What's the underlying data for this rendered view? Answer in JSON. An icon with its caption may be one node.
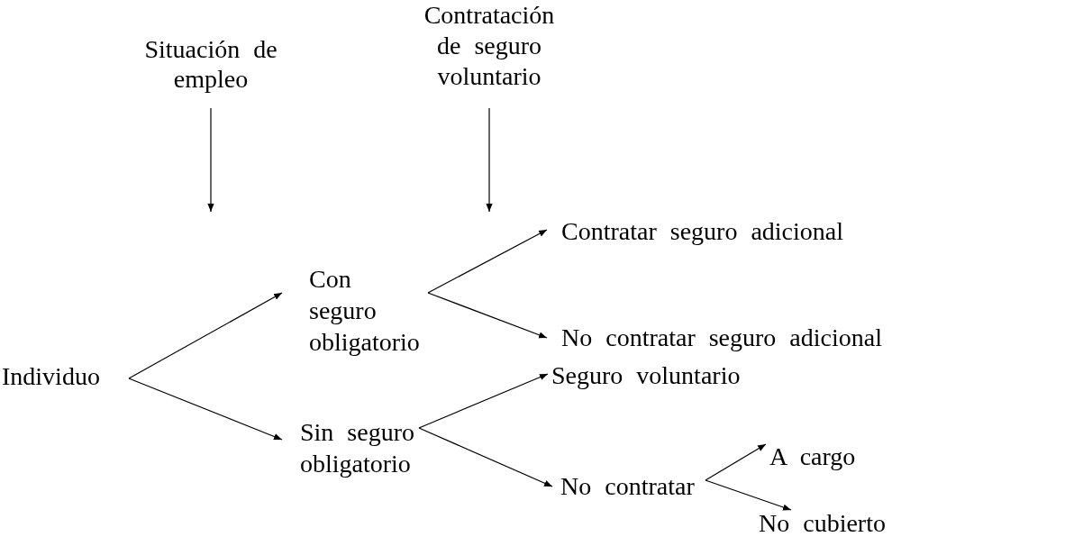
{
  "diagram": {
    "nodes": [
      {
        "text": [
          "Situación de empleo"
        ]
      },
      {
        "text": [
          "Contratación de seguro voluntario"
        ]
      },
      {
        "text": [
          "Individuo"
        ]
      },
      {
        "text": [
          "Con seguro obligatorio"
        ]
      },
      {
        "text": [
          "Sin seguro obligatorio"
        ]
      },
      {
        "text": [
          "Contratar seguro adicional"
        ]
      },
      {
        "text": [
          "No contratar seguro adicional"
        ]
      },
      {
        "text": [
          "Seguro voluntario"
        ]
      },
      {
        "text": [
          "No contratar"
        ]
      },
      {
        "text": [
          "A cargo"
        ]
      },
      {
        "text": [
          "No cubierto"
        ]
      }
    ],
    "edges": [
      {
        "from": 0,
        "to": null,
        "arrow": "to"
      },
      {
        "from": 1,
        "to": null,
        "arrow": "to"
      },
      {
        "from": 2,
        "to": 3,
        "arrow": "to"
      },
      {
        "from": 2,
        "to": 4,
        "arrow": "to"
      },
      {
        "from": 3,
        "to": 5,
        "arrow": "to"
      },
      {
        "from": 3,
        "to": 6,
        "arrow": "to"
      },
      {
        "from": 4,
        "to": 7,
        "arrow": "to"
      },
      {
        "from": 4,
        "to": 8,
        "arrow": "to"
      },
      {
        "from": 8,
        "to": 9,
        "arrow": "to"
      },
      {
        "from": 8,
        "to": 10,
        "arrow": "to"
      }
    ]
  }
}
